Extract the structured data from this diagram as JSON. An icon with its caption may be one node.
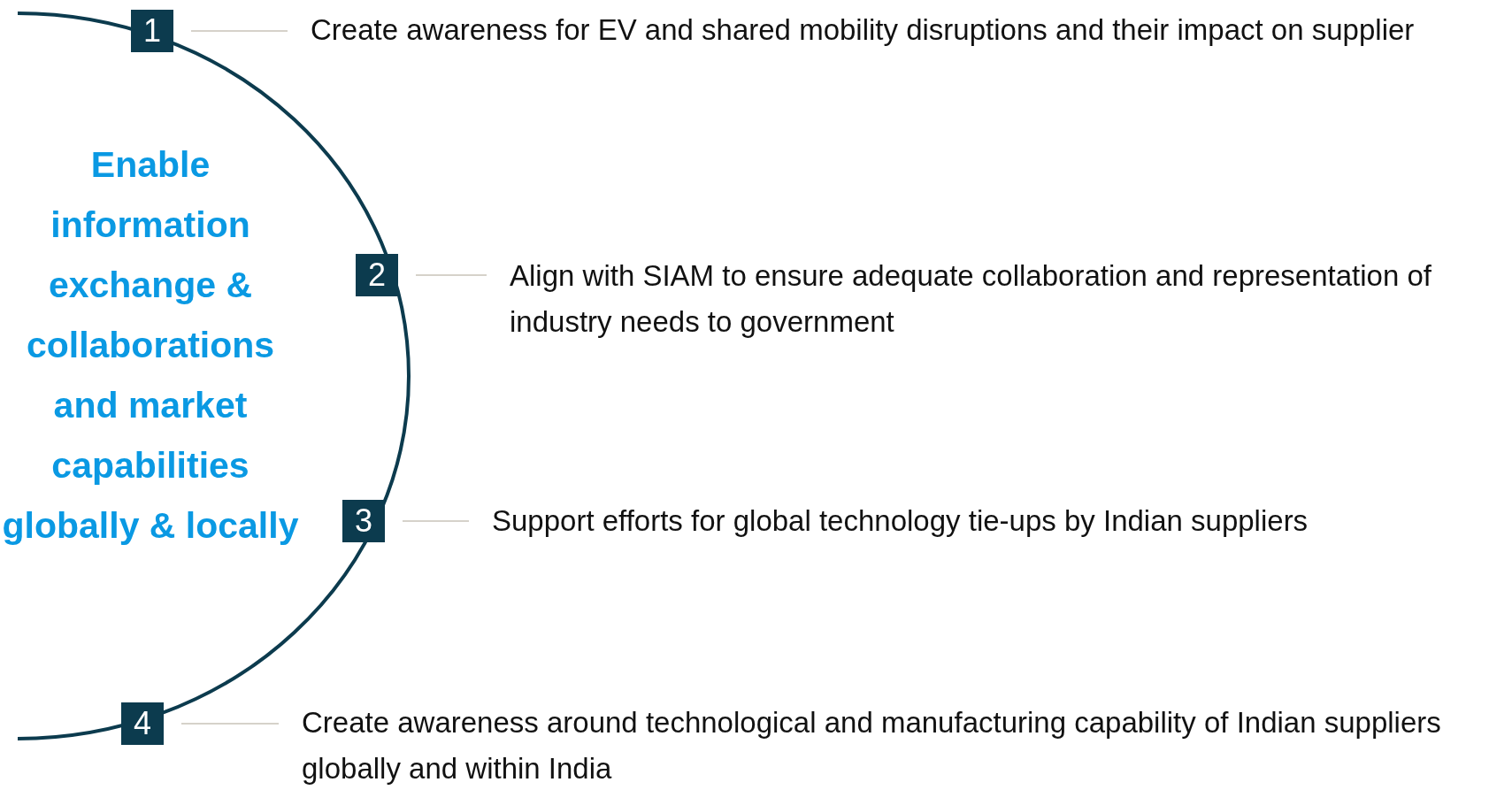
{
  "diagram": {
    "nodes": [
      {
        "text": [
          "1"
        ]
      },
      {
        "text": [
          "Create awareness for EV and shared mobility disruptions and their impact on supplier"
        ]
      },
      {
        "text": [
          "2"
        ]
      },
      {
        "text": [
          "Align with SIAM to ensure adequate collaboration and representation of industry needs to government"
        ]
      },
      {
        "text": [
          "3"
        ]
      },
      {
        "text": [
          "Support efforts for global technology tie-ups by Indian suppliers"
        ]
      },
      {
        "text": [
          "4"
        ]
      },
      {
        "text": [
          "Create awareness around technological and manufacturing capability of Indian suppliers globally and within India"
        ]
      }
    ],
    "edges": [
      {
        "from": 0,
        "to": 1,
        "arrow": "none"
      },
      {
        "from": 2,
        "to": 3,
        "arrow": "none"
      },
      {
        "from": 4,
        "to": 5,
        "arrow": "none"
      },
      {
        "from": 6,
        "to": 7,
        "arrow": "none"
      }
    ],
    "labels": [
      "Enable information exchange & collaborations and market capabilities globally & locally"
    ]
  }
}
